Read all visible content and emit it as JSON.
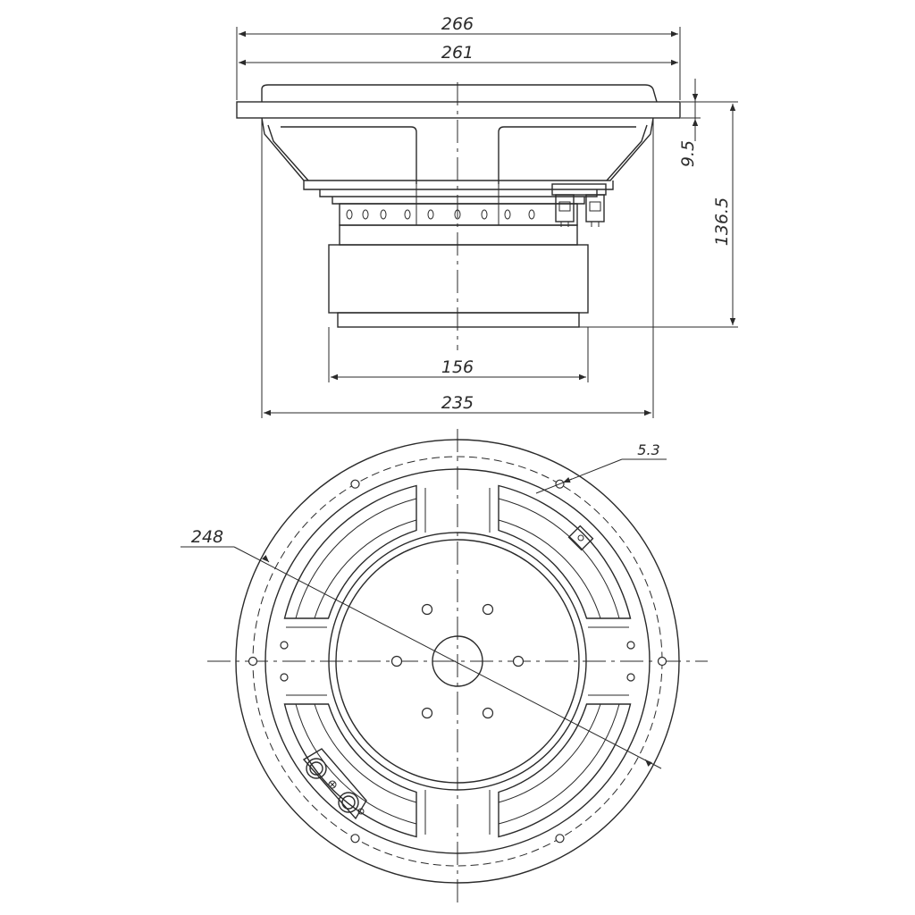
{
  "dimensions": {
    "outer_flange": "266",
    "flange_inner": "261",
    "flange_thickness": "9.5",
    "mounting_depth": "136.5",
    "magnet_diameter": "156",
    "cutout_diameter": "235",
    "bolt_circle": "248",
    "bolt_hole": "5.3"
  },
  "colors": {
    "line": "#2a2a2a",
    "background": "#ffffff"
  }
}
